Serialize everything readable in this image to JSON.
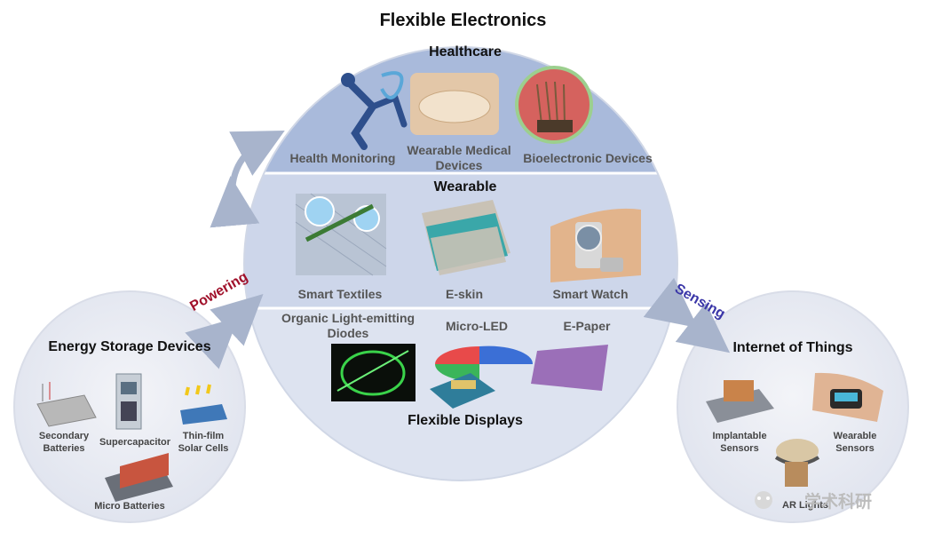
{
  "title": "Flexible Electronics",
  "healthcare": {
    "title": "Healthcare",
    "items": [
      "Health Monitoring",
      "Wearable Medical Devices",
      "Bioelectronic Devices"
    ]
  },
  "wearable": {
    "title": "Wearable",
    "items": [
      "Smart Textiles",
      "E-skin",
      "Smart Watch"
    ]
  },
  "displays": {
    "title": "Flexible Displays",
    "items": [
      "Organic Light-emitting Diodes",
      "Micro-LED",
      "E-Paper"
    ]
  },
  "energy": {
    "title": "Energy Storage Devices",
    "items": [
      "Secondary Batteries",
      "Supercapacitor",
      "Thin-film Solar Cells",
      "Micro Batteries"
    ]
  },
  "iot": {
    "title": "Internet of Things",
    "items": [
      "Implantable Sensors",
      "Wearable Sensors",
      "AR Lights"
    ]
  },
  "links": {
    "powering": "Powering",
    "sensing": "Sensing"
  },
  "watermark": "学术科研",
  "colors": {
    "circle_fill": "#bfcbe3",
    "healthcare_band": "#a9badb",
    "wearable_band": "#cdd6ea",
    "displays_band": "#dde3f0",
    "side_circle": "#e6e9f2",
    "powering": "#a0102a",
    "sensing": "#3a36a8",
    "arrow": "#a8b4cc"
  }
}
